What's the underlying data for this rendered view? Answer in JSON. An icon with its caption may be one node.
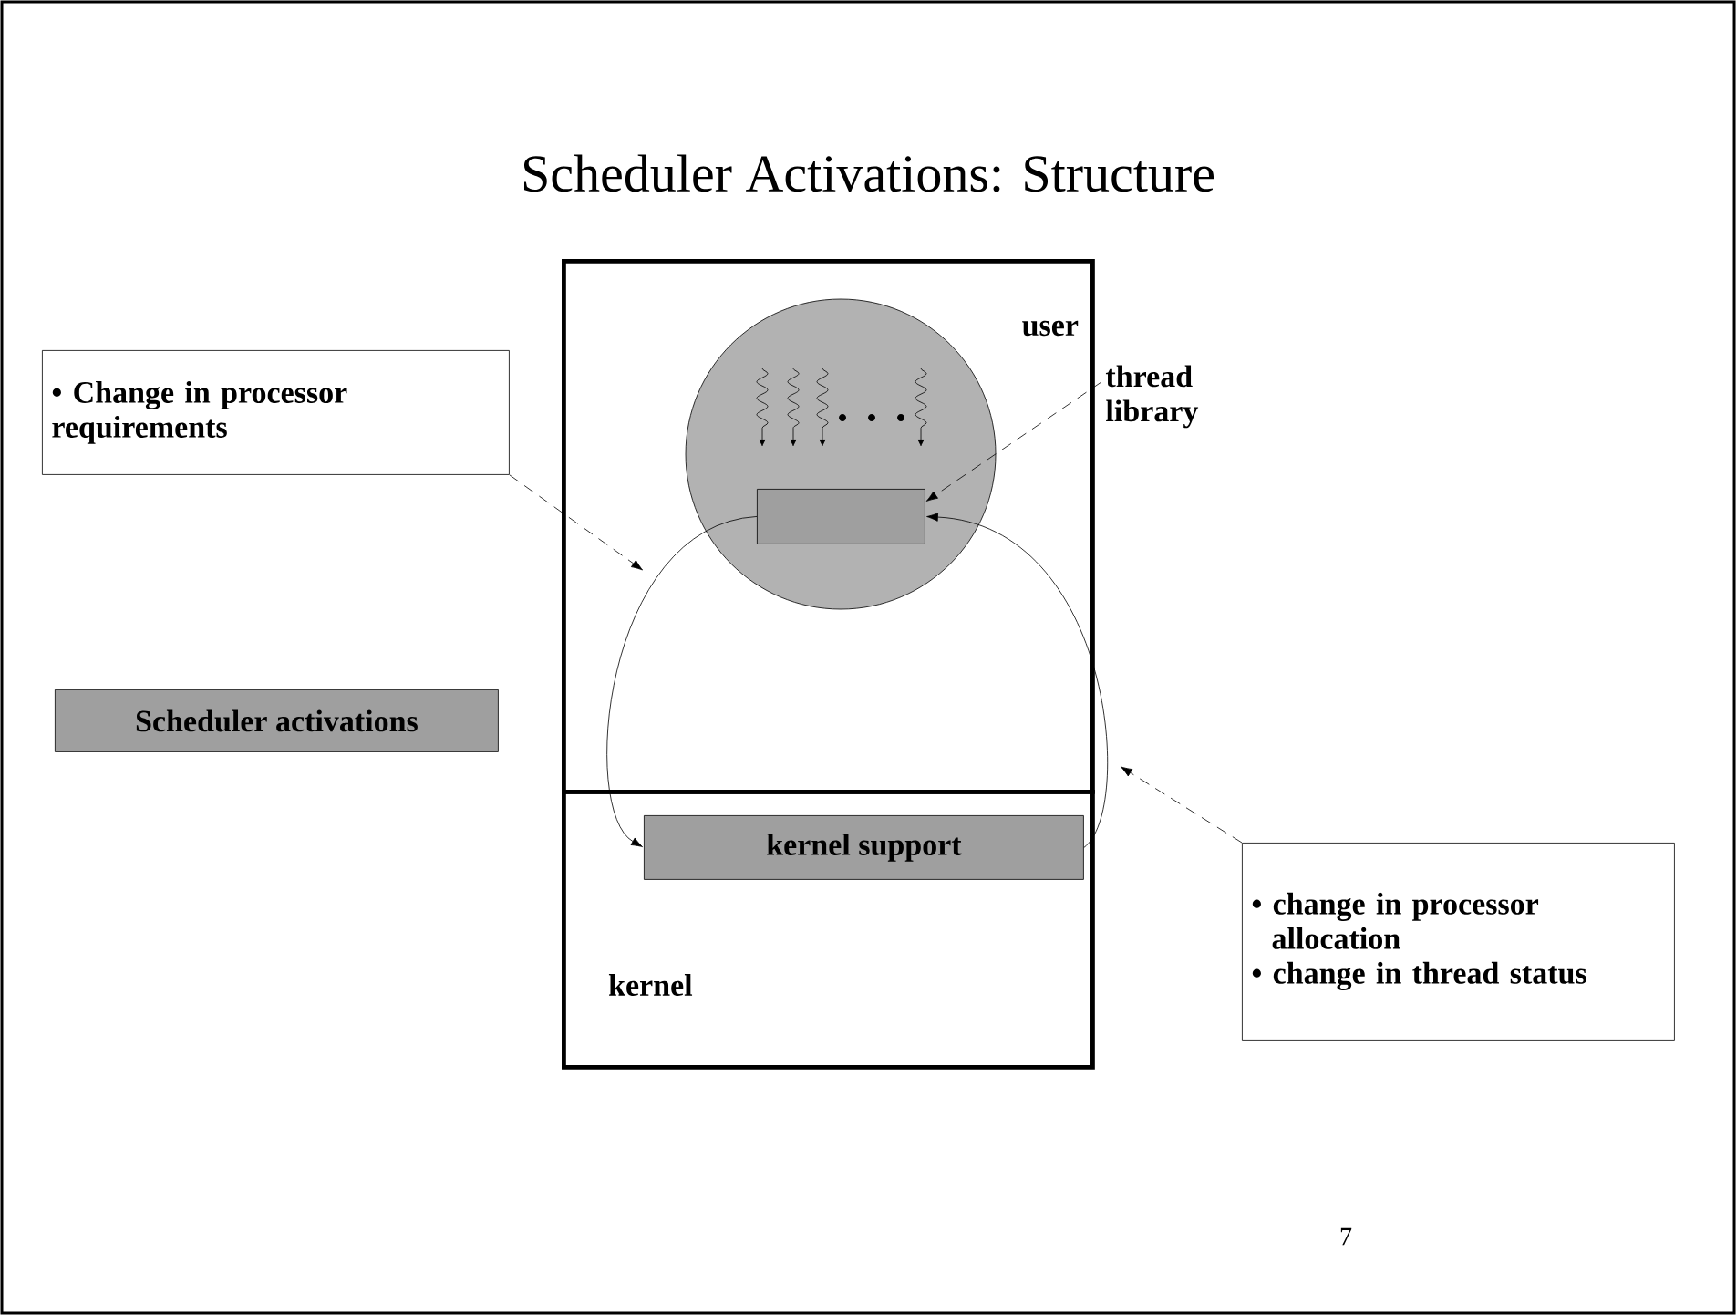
{
  "diagram": {
    "title": "Scheduler Activations: Structure",
    "nodes": [
      {
        "text": [
          "user"
        ]
      },
      {
        "text": [
          "kernel"
        ]
      },
      {
        "text": [],
        "shape": "circle",
        "in": 0
      },
      {
        "text": [],
        "shape": "box",
        "in": 2
      },
      {
        "text": [
          "kernel support"
        ],
        "in": 1
      },
      {
        "text": [
          "• Change in processor requirements"
        ]
      },
      {
        "text": [
          "thread library"
        ]
      },
      {
        "text": [
          "Scheduler activations"
        ]
      },
      {
        "text": [
          "• change in processor allocation",
          "• change in thread status"
        ]
      }
    ],
    "edges": [
      {
        "from": 3,
        "to": 4,
        "arrow": "to"
      },
      {
        "from": 4,
        "to": 3,
        "arrow": "to"
      },
      {
        "from": 5,
        "to": null,
        "arrow": "to",
        "style": "dashed"
      },
      {
        "from": 6,
        "to": 3,
        "arrow": "to",
        "style": "dashed"
      },
      {
        "from": 8,
        "to": null,
        "arrow": "to",
        "style": "dashed"
      }
    ],
    "labels": [
      "7"
    ]
  }
}
